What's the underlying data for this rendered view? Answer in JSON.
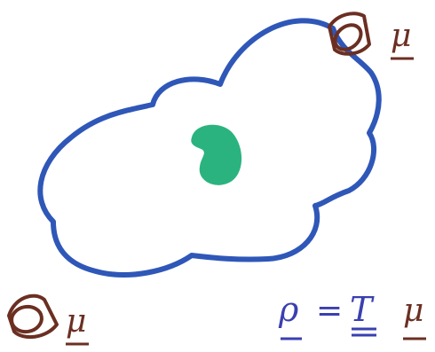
{
  "symbols": {
    "mu_label_top": "μ",
    "mu_label_bottom": "μ",
    "equation": {
      "rho": "ρ",
      "equals": "=",
      "T": "T",
      "mu": "μ"
    }
  },
  "colors": {
    "cloud_outline": "#2f57b8",
    "blob_fill": "#2bb37f",
    "cone_brown": "#6b2f22",
    "mu_brown": "#6b2f22",
    "equation_blue": "#3a3fb0"
  },
  "icons": {
    "cone_top": "cone-icon",
    "cone_bottom": "cone-icon"
  }
}
